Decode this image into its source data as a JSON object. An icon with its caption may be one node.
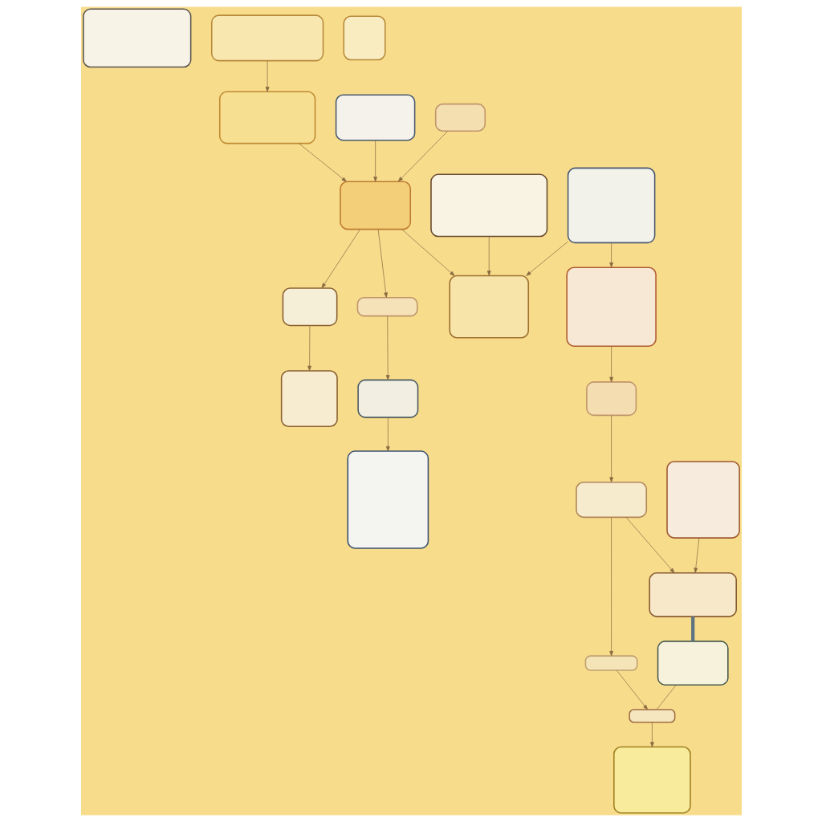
{
  "diagram": {
    "nodes": [
      {
        "text": [],
        "shape": "box"
      },
      {
        "text": [],
        "shape": "box"
      },
      {
        "text": [],
        "shape": "box"
      },
      {
        "text": [],
        "shape": "box"
      },
      {
        "text": [],
        "shape": "box"
      },
      {
        "text": [],
        "shape": "box"
      },
      {
        "text": [],
        "shape": "box"
      },
      {
        "text": [],
        "shape": "box"
      },
      {
        "text": [],
        "shape": "box"
      },
      {
        "text": [],
        "shape": "box"
      },
      {
        "text": [],
        "shape": "box"
      },
      {
        "text": [],
        "shape": "box"
      },
      {
        "text": [],
        "shape": "box"
      },
      {
        "text": [],
        "shape": "box"
      },
      {
        "text": [],
        "shape": "box"
      },
      {
        "text": [],
        "shape": "box"
      },
      {
        "text": [],
        "shape": "box"
      },
      {
        "text": [],
        "shape": "box"
      },
      {
        "text": [],
        "shape": "box"
      },
      {
        "text": [],
        "shape": "box"
      },
      {
        "text": [],
        "shape": "box"
      },
      {
        "text": [],
        "shape": "box"
      },
      {
        "text": [],
        "shape": "box"
      },
      {
        "text": [],
        "shape": "box"
      }
    ],
    "edges": [
      {
        "from": 1,
        "to": 5,
        "arrow": "to"
      },
      {
        "from": 3,
        "to": 6,
        "arrow": "to"
      },
      {
        "from": 4,
        "to": 9,
        "arrow": "to"
      },
      {
        "from": 7,
        "to": 6,
        "arrow": "to"
      },
      {
        "from": 9,
        "to": 6,
        "arrow": "to"
      },
      {
        "from": 5,
        "to": 9,
        "arrow": "to"
      },
      {
        "from": 8,
        "to": 9,
        "arrow": "to"
      },
      {
        "from": 7,
        "to": 13,
        "arrow": "to"
      },
      {
        "from": 9,
        "to": 10,
        "arrow": "to"
      },
      {
        "from": 10,
        "to": 11,
        "arrow": "to"
      },
      {
        "from": 9,
        "to": 12,
        "arrow": "to"
      },
      {
        "from": 12,
        "to": 16,
        "arrow": "to"
      },
      {
        "from": 16,
        "to": 17,
        "arrow": "to"
      },
      {
        "from": 13,
        "to": 14,
        "arrow": "to"
      },
      {
        "from": 14,
        "to": 15,
        "arrow": "to"
      },
      {
        "from": 15,
        "to": 18,
        "arrow": "to"
      },
      {
        "from": 18,
        "to": 20,
        "arrow": "to"
      },
      {
        "from": 20,
        "to": 23,
        "arrow": "to"
      },
      {
        "from": 19,
        "to": 21,
        "arrow": "to"
      },
      {
        "from": 15,
        "to": 21,
        "arrow": "to"
      },
      {
        "from": 21,
        "to": 22,
        "arrow": "none",
        "style": "thick",
        "color": "#5f7380"
      },
      {
        "from": 22,
        "to": 20,
        "arrow": "none"
      }
    ]
  }
}
